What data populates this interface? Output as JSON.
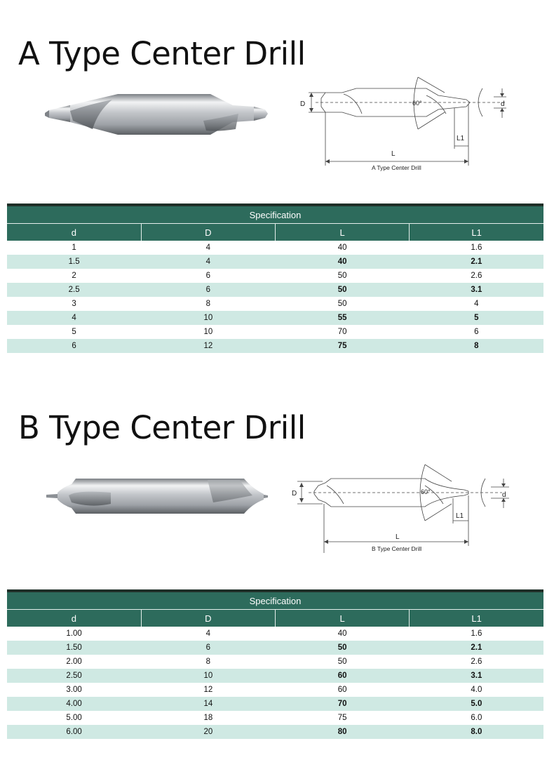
{
  "sections": [
    {
      "title": "A Type Center Drill",
      "diagram": {
        "caption": "A Type Center Drill",
        "label_D": "D",
        "label_d": "d",
        "label_L": "L",
        "label_L1": "L1",
        "angle": "60°"
      },
      "table": {
        "caption": "Specification",
        "headers": [
          "d",
          "D",
          "L",
          "L1"
        ],
        "rows": [
          [
            "1",
            "4",
            "40",
            "1.6"
          ],
          [
            "1.5",
            "4",
            "40",
            "2.1"
          ],
          [
            "2",
            "6",
            "50",
            "2.6"
          ],
          [
            "2.5",
            "6",
            "50",
            "3.1"
          ],
          [
            "3",
            "8",
            "50",
            "4"
          ],
          [
            "4",
            "10",
            "55",
            "5"
          ],
          [
            "5",
            "10",
            "70",
            "6"
          ],
          [
            "6",
            "12",
            "75",
            "8"
          ]
        ]
      }
    },
    {
      "title": "B Type Center Drill",
      "diagram": {
        "caption": "B Type Center Drill",
        "label_D": "D",
        "label_d": "d",
        "label_L": "L",
        "label_L1": "L1",
        "angle": "60°"
      },
      "table": {
        "caption": "Specification",
        "headers": [
          "d",
          "D",
          "L",
          "L1"
        ],
        "rows": [
          [
            "1.00",
            "4",
            "40",
            "1.6"
          ],
          [
            "1.50",
            "6",
            "50",
            "2.1"
          ],
          [
            "2.00",
            "8",
            "50",
            "2.6"
          ],
          [
            "2.50",
            "10",
            "60",
            "3.1"
          ],
          [
            "3.00",
            "12",
            "60",
            "4.0"
          ],
          [
            "4.00",
            "14",
            "70",
            "5.0"
          ],
          [
            "5.00",
            "18",
            "75",
            "6.0"
          ],
          [
            "6.00",
            "20",
            "80",
            "8.0"
          ]
        ]
      }
    }
  ]
}
